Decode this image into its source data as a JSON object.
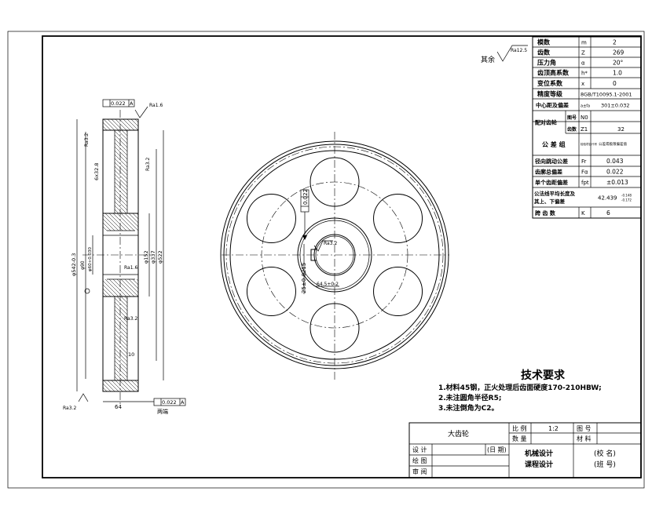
{
  "params": [
    {
      "name": "模数",
      "sym": "m",
      "val": "2"
    },
    {
      "name": "齿数",
      "sym": "Z",
      "val": "269"
    },
    {
      "name": "压力角",
      "sym": "α",
      "val": "20°"
    },
    {
      "name": "齿顶高系数",
      "sym": "h*",
      "val": "1.0"
    },
    {
      "name": "变位系数",
      "sym": "x",
      "val": "0"
    },
    {
      "name": "精度等级",
      "sym": "",
      "val": "8GB/T10095.1-2001"
    },
    {
      "name": "中心距及偏差",
      "sym": "a±fa",
      "val": "301±0.032"
    },
    {
      "name": "配对齿轮",
      "sym": "图号",
      "val": "N0",
      "sub_sym": "齿数",
      "sub_sym2": "Z1",
      "sub_val": "32"
    },
    {
      "name": "公 差 组",
      "sym": "检验项目代号",
      "val": "公差或极限偏差值"
    },
    {
      "name": "径向跳动公差",
      "sym": "Fr",
      "val": "0.043"
    },
    {
      "name": "齿廓总偏差",
      "sym": "Fα",
      "val": "0.022"
    },
    {
      "name": "单个齿距偏差",
      "sym": "fpt",
      "val": "±0.013"
    },
    {
      "name": "公法线平均长度及其上、下偏差",
      "sym": "",
      "val": "42.439",
      "tol_upper": "-0.148",
      "tol_lower": "-0.172"
    },
    {
      "name": "跨 齿 数",
      "sym": "K",
      "val": "6"
    }
  ],
  "tech": {
    "title": "技术要求",
    "items": [
      "1.材料45钢，正火处理后齿面硬度170-210HBW;",
      "2.未注圆角半径R5;",
      "3.未注倒角为C2。"
    ]
  },
  "titleblock": {
    "part_name": "大齿轮",
    "scale_label": "比 例",
    "scale_val": "1:2",
    "qty_label": "数 量",
    "drawing_no_label": "图 号",
    "material_label": "材 料",
    "design_label": "设 计",
    "date_label": "(日 期)",
    "draw_label": "绘 图",
    "check_label": "审 阅",
    "course1": "机械设计",
    "course2": "课程设计",
    "school": "(校 名)",
    "classno": "(班 号)"
  },
  "annotations": {
    "rest_label": "其余",
    "ra_rest": "Ra12.5",
    "tol1": "0.022",
    "datumA": "A",
    "ra16_a": "Ra1.6",
    "ra32_a": "Ra3.2",
    "ra32_b": "Ra3.2",
    "ra16_b": "Ra1.6",
    "ra32_c": "Ra3.2",
    "ra32_d": "Ra3.2",
    "tol2": "0.022",
    "both_ends": "两端",
    "dim_width": "64",
    "dim_10": "10",
    "dim_d542": "φ542-0.3",
    "dim_d90": "φ90",
    "dim_d60": "φ60+0.030",
    "dim_d152": "φ152",
    "dim_d337": "φ337",
    "dim_d522": "φ522",
    "dim_key": "6x32.8",
    "tol3": "0.022",
    "dim_25": "25±0.0215",
    "dim_64b": "64.5+0.2",
    "ra_key": "Ra3.2"
  }
}
